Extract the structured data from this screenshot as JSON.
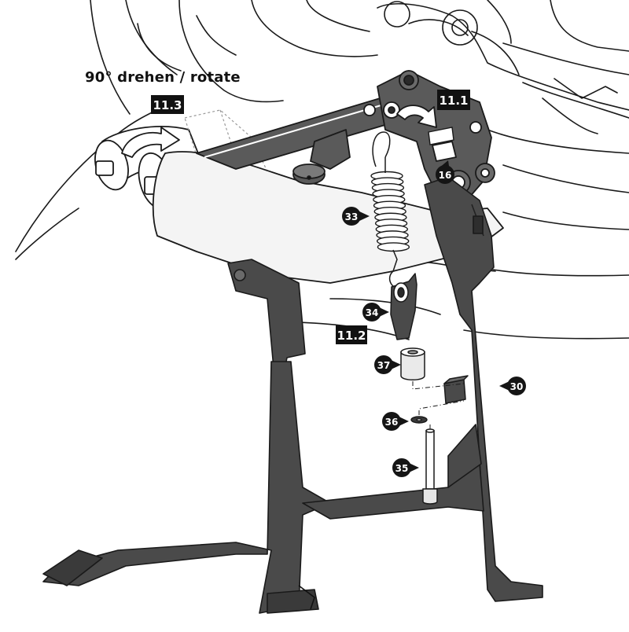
{
  "instruction": {
    "rotate_text": "90° drehen / rotate"
  },
  "steps": {
    "s11_1": "11.1",
    "s11_2": "11.2",
    "s11_3": "11.3"
  },
  "parts": {
    "p16": "16",
    "p30": "30",
    "p33": "33",
    "p34": "34",
    "p35": "35",
    "p36": "36",
    "p37": "37"
  },
  "colors": {
    "stand": "#4a4a4a",
    "stand_dark": "#2e2e2e",
    "line": "#1a1a1a",
    "ghost": "#bdbdbd",
    "badge": "#111111",
    "callout": "#151515"
  }
}
